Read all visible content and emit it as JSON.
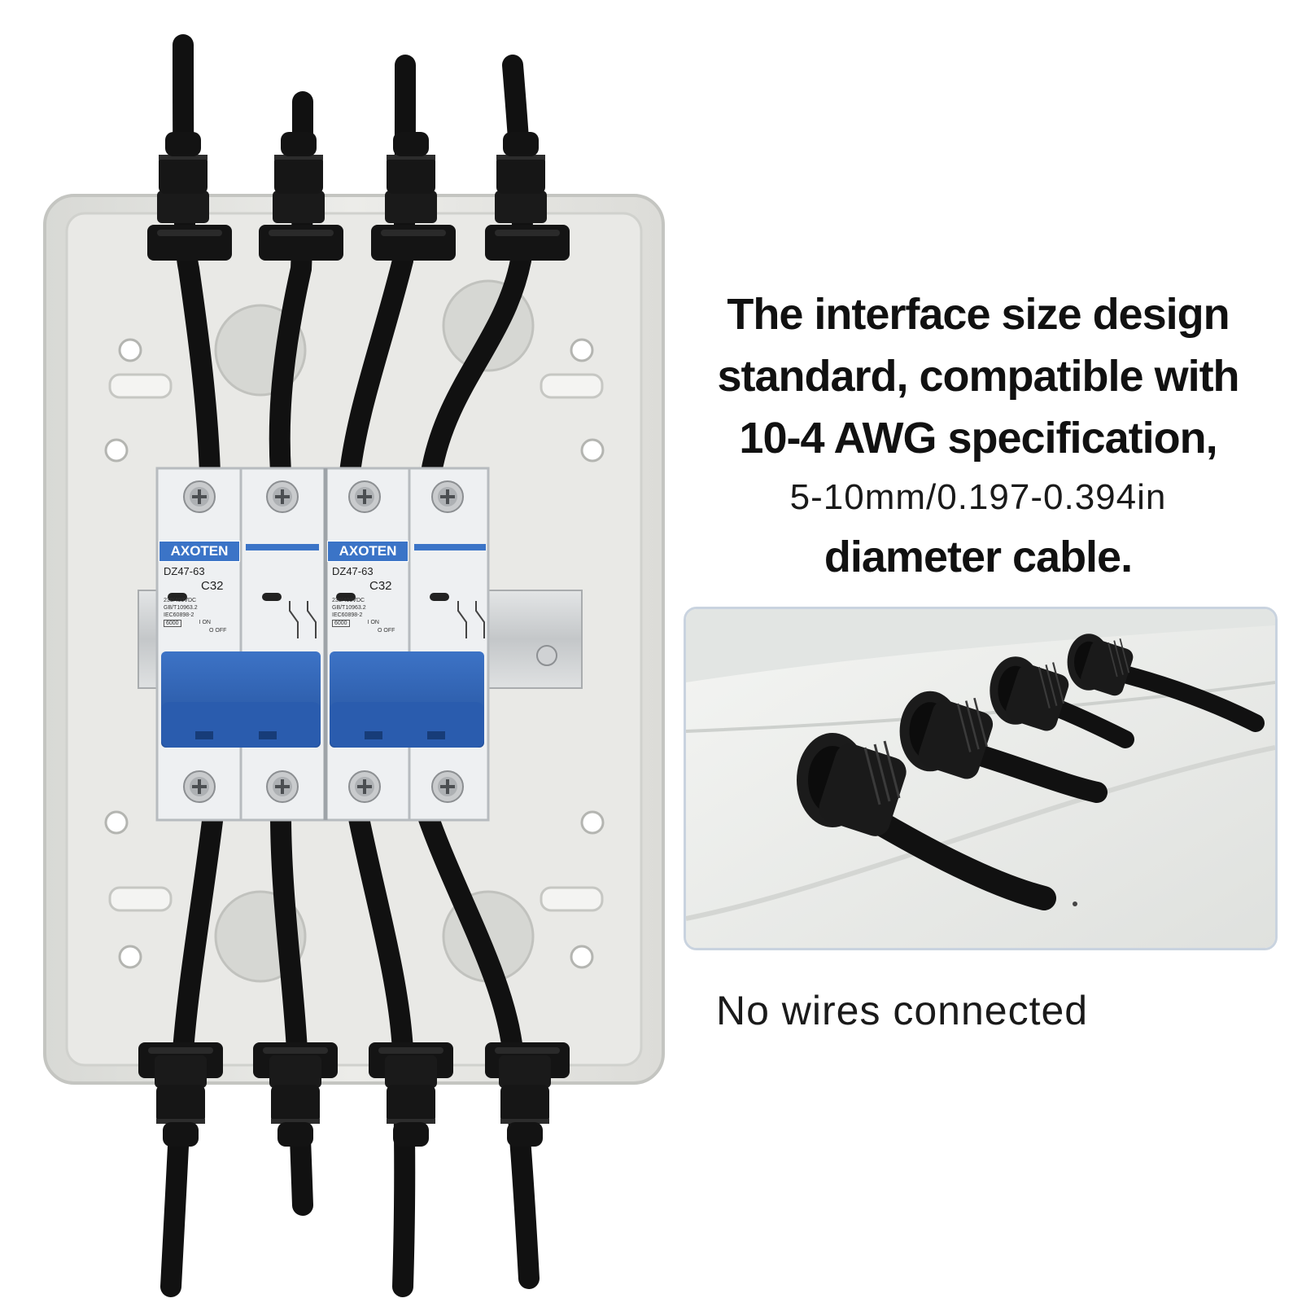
{
  "headline": {
    "line1": "The interface size design",
    "line2": "standard, compatible with",
    "line3": "10-4 AWG specification,",
    "line4": "5-10mm/0.197-0.394in",
    "line5": "diameter cable."
  },
  "note": "No wires connected",
  "breakers": [
    {
      "brand": "AXOTEN",
      "model": "DZ47-63",
      "rating": "C32",
      "voltage": "230/400VDC",
      "std1": "GB/T10963.2",
      "std2": "IEC60898-2",
      "on": "I ON",
      "off": "O OFF",
      "cap": "6000"
    },
    {
      "brand": "AXOTEN",
      "model": "DZ47-63",
      "rating": "C32",
      "voltage": "230/400VDC",
      "std1": "GB/T10963.2",
      "std2": "IEC60898-2",
      "on": "I ON",
      "off": "O OFF",
      "cap": "6000"
    }
  ],
  "colors": {
    "enclosure": "#e6e7e4",
    "breaker_blue": "#2f64b6",
    "breaker_body": "#eef0f2",
    "cable": "#111111",
    "label_blue": "#3b74c7"
  }
}
